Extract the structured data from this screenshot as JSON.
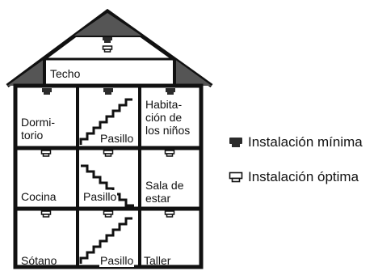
{
  "legend": {
    "minimal_label": "Instalación mínima",
    "optimal_label": "Instalación óptima",
    "minimal_icon": "filled-smoke-alarm-icon",
    "optimal_icon": "outline-smoke-alarm-icon"
  },
  "rooms": {
    "attic": "Techo",
    "bedroom": "Dormi-\ntorio",
    "hall_top": "Pasillo",
    "kids_room": "Habita-\nción de\nlos niños",
    "kitchen": "Cocina",
    "hall_middle": "Pasillo",
    "living_room": "Sala de\nestar",
    "basement": "Sótano",
    "hall_bottom": "Pasillo",
    "workshop": "Taller"
  },
  "colors": {
    "outline": "#111111",
    "minimal_fill": "#2b2b2b",
    "roof_shade": "#555555"
  }
}
